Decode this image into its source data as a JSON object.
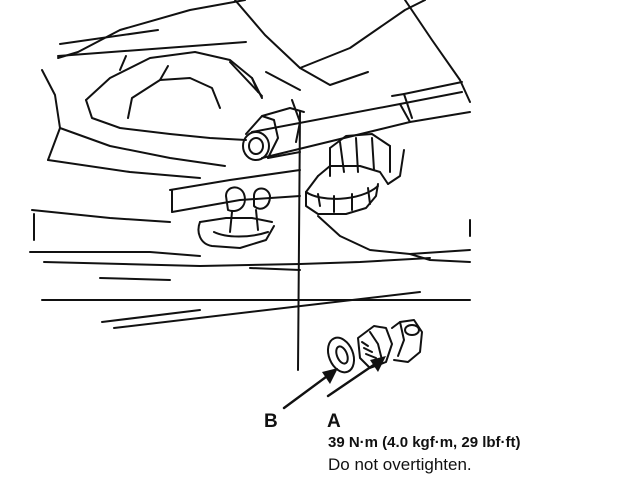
{
  "callouts": {
    "a": "A",
    "b": "B"
  },
  "caption": {
    "torque": "39 N·m (4.0 kgf·m, 29 lbf·ft)",
    "warning": "Do not overtighten."
  },
  "parts": {
    "a": "drain-bolt",
    "b": "sealing-washer"
  },
  "colors": {
    "ink": "#111111",
    "paper": "#ffffff"
  }
}
